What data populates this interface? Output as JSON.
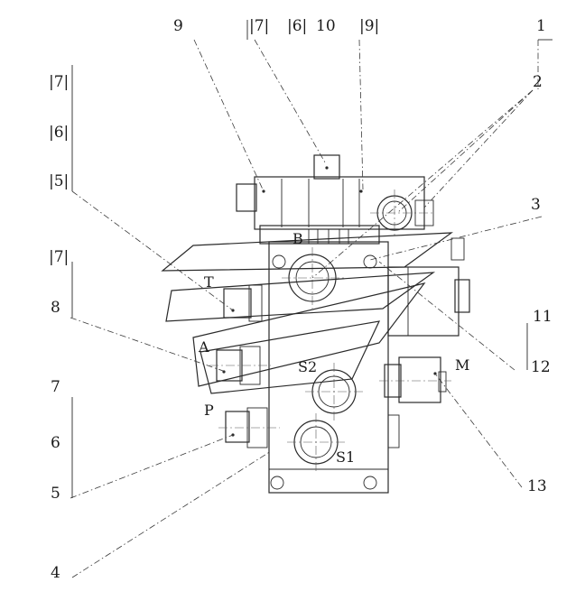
{
  "labels": {
    "top": [
      "9",
      "|7|",
      "|6|",
      "10",
      "|9|",
      "1",
      "2",
      "3"
    ],
    "left": [
      "|7|",
      "|6|",
      "|5|",
      "|7|",
      "8",
      "7",
      "6",
      "5",
      "4"
    ],
    "right": [
      "11",
      "12",
      "13"
    ]
  },
  "ports": {
    "B": "B",
    "T": "T",
    "A": "A",
    "S2": "S2",
    "P": "P",
    "S1": "S1",
    "M": "M"
  }
}
